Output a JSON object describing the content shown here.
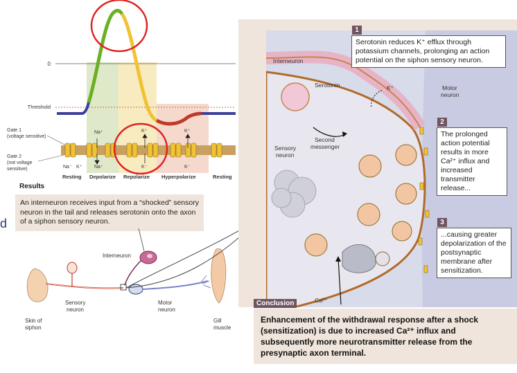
{
  "graph": {
    "zero_label": "0",
    "threshold_label": "Threshold",
    "gate1_label": "Gate 1 (voltage sensitive)",
    "gate2_label": "Gate 2 (not voltage sensitive)",
    "ion_top": [
      "Na⁺",
      "K⁺",
      "K⁺"
    ],
    "ion_bottom": [
      "Na⁻",
      "K⁺",
      "Na⁺",
      "K⁻",
      "K⁻"
    ],
    "phases": [
      "Resting",
      "Depolarize",
      "Repolarize",
      "Hyperpolarize",
      "Resting"
    ]
  },
  "results_label": "Results",
  "results_text": "An interneuron receives input from a “shocked” sensory neuron in the tail and releases serotonin onto the axon of a siphon sensory neuron.",
  "left_edge_char": "d",
  "anatomy": {
    "interneuron": "Interneuron",
    "sensory_neuron": "Sensory neuron",
    "motor_neuron": "Motor neuron",
    "skin_of_siphon": "Skin of siphon",
    "gill_muscle": "Gill muscle"
  },
  "synapse": {
    "interneuron": "Interneuron",
    "serotonin": "Serotonin",
    "k_ion": "K⁺",
    "second_messenger": "Second messenger",
    "sensory_neuron": "Sensory neuron",
    "motor_neuron": "Motor neuron",
    "ca_ion": "Ca²⁺"
  },
  "steps": [
    {
      "number": "1",
      "text": "Serotonin reduces K⁺ efflux through potassium channels, prolonging an action potential on the siphon sensory neuron."
    },
    {
      "number": "2",
      "text": "The prolonged action potential results in more Ca²⁺ influx and increased transmitter release..."
    },
    {
      "number": "3",
      "text": "...causing greater depolarization of the postsynaptic membrane after sensitization."
    }
  ],
  "conclusion": {
    "label": "Conclusion",
    "text": "Enhancement of the withdrawal response after a shock (sensitization) is due to increased Ca²⁺ influx and subsequently more neurotransmitter release from the presynaptic axon terminal."
  },
  "colors": {
    "panel_bg": "#efe5dc",
    "step_badge": "#6e5560",
    "highlight_circle": "#e02020",
    "curve_green": "#6ab023",
    "curve_yellow": "#f1c232",
    "curve_red": "#c0392b",
    "curve_blue": "#3b3f9a"
  }
}
